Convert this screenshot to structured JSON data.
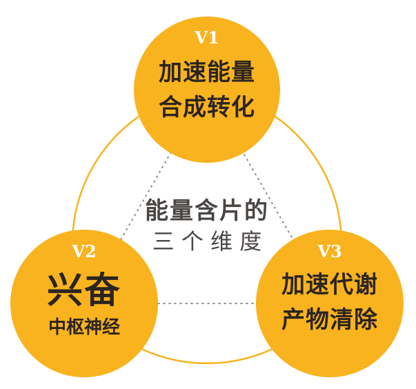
{
  "colors": {
    "circle": "#F8B31E",
    "text": "#2b2420",
    "center_text": "#4a4644",
    "dotted": "#888888"
  },
  "center": {
    "line1": "能量含片的",
    "line2": "三 个 维 度"
  },
  "nodes": [
    {
      "tag": "V1",
      "line1": "加速能量",
      "line2": "合成转化"
    },
    {
      "tag": "V2",
      "line1": "兴奋",
      "line2": "中枢神经"
    },
    {
      "tag": "V3",
      "line1": "加速代谢",
      "line2": "产物清除"
    }
  ]
}
